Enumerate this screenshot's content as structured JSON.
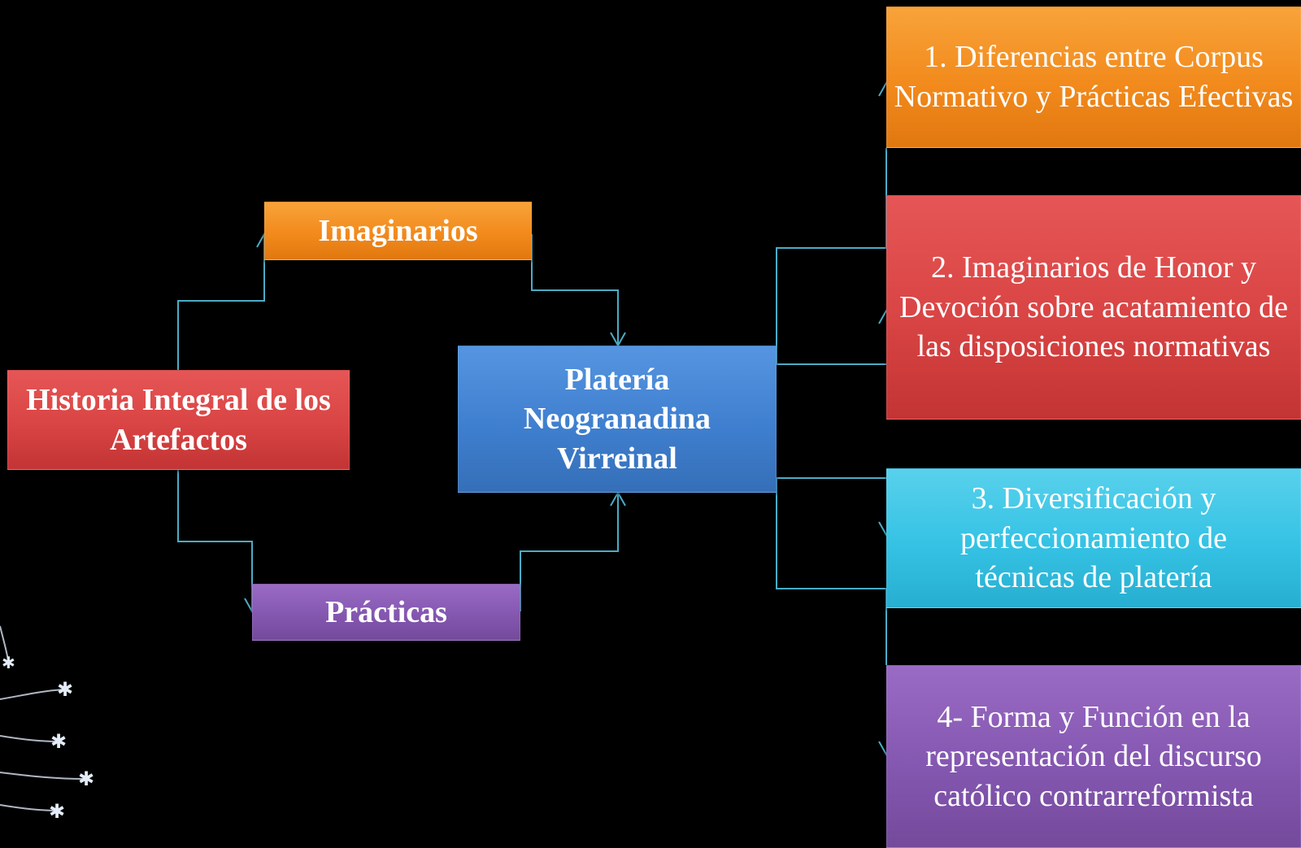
{
  "diagram": {
    "source_node": "Historia Integral de los Artefactos",
    "branch_top": "Imaginarios",
    "branch_bottom": "Prácticas",
    "center_node": "Platería Neogranadina Virreinal",
    "outcomes": [
      "1. Diferencias entre Corpus Normativo y Prácticas Efectivas",
      "2. Imaginarios de Honor y Devoción sobre acatamiento de las disposiciones normativas",
      "3. Diversificación y perfeccionamiento de técnicas de platería",
      "4- Forma y Función en la representación del discurso católico contrarreformista"
    ],
    "colors": {
      "connector": "#4bacc6",
      "orange": "#f28a1c",
      "red": "#d94444",
      "blue": "#3f7fcf",
      "purple": "#8457b0",
      "cyan": "#35c2e4"
    }
  }
}
